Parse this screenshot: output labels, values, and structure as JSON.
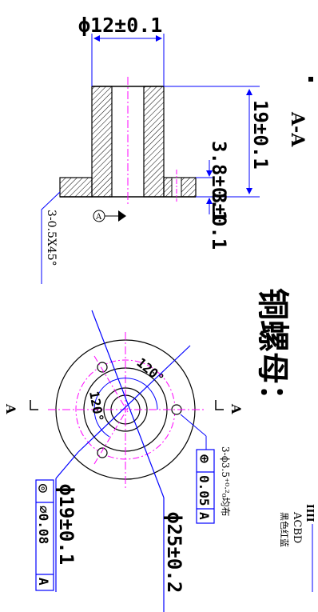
{
  "section_view": {
    "label": "A-A",
    "dim_top_diameter": "ϕ12±0.1",
    "dim_height": "19±0.1",
    "dim_flange": "3.8±0.1",
    "dim_base": "3±0.1",
    "chamfer_note": "3-0.5X45°",
    "datum_marker": "A"
  },
  "title": {
    "text": "铜螺母："
  },
  "front_view": {
    "angle_1": "120°",
    "angle_2": "120°",
    "section_mark_left": "A",
    "section_mark_right": "A",
    "holes_note": "3-ϕ3.5⁺⁰·²₀均布",
    "position_symbol": "⊕",
    "position_tolerance": "0.05",
    "position_datum": "A",
    "dim_outer_diameter": "ϕ25±0.2",
    "dim_inner_diameter": "ϕ19±0.1",
    "concentric_symbol": "◎",
    "concentric_tolerance": "∅0.08",
    "concentric_datum": "A"
  },
  "title_block": {
    "code": "ACBD",
    "material": "黑色红蓝",
    "mark": "IIII"
  },
  "colors": {
    "line": "#000000",
    "dimension": "#0000ff",
    "center": "#ff00ff"
  }
}
